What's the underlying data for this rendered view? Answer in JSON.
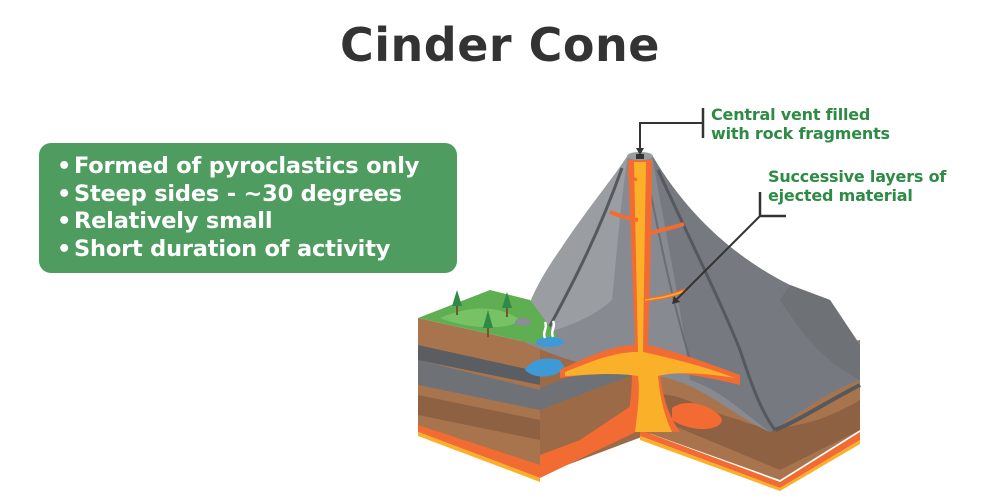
{
  "title": "Cinder Cone",
  "info_box": {
    "bullet": "•",
    "items": [
      "Formed of pyroclastics only",
      "Steep sides - ~30 degrees",
      "Relatively small",
      "Short duration of activity"
    ],
    "background_color": "#4e9c5f"
  },
  "callouts": {
    "vent": {
      "line1": "Central vent filled",
      "line2": "with rock fragments"
    },
    "layers": {
      "line1": "Successive layers of",
      "line2": "ejected material"
    },
    "text_color": "#2e8b45"
  },
  "colors": {
    "rock_light": "#8a8e94",
    "rock_dark": "#6e7277",
    "soil": "#a8744e",
    "soil_dark": "#8e6142",
    "magma_orange": "#f26b32",
    "magma_yellow": "#fbb02a",
    "grass": "#5fae52",
    "water": "#3d9ad6"
  }
}
